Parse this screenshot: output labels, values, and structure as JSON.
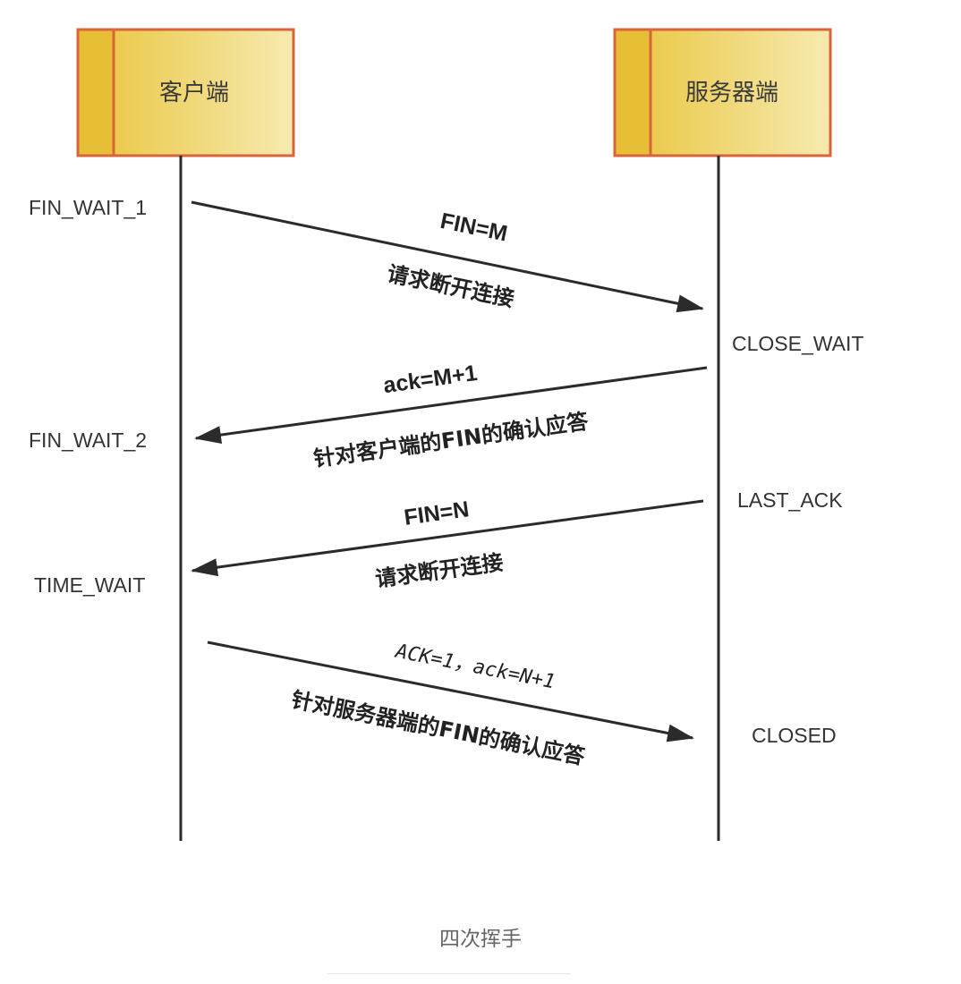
{
  "participants": {
    "client": "客户端",
    "server": "服务器端"
  },
  "client_states": [
    "FIN_WAIT_1",
    "FIN_WAIT_2",
    "TIME_WAIT"
  ],
  "server_states": [
    "CLOSE_WAIT",
    "LAST_ACK",
    "CLOSED"
  ],
  "messages": [
    {
      "label": "FIN=M",
      "desc": "请求断开连接"
    },
    {
      "label": "ack=M+1",
      "desc": "针对客户端的FIN的确认应答"
    },
    {
      "label": "FIN=N",
      "desc": "请求断开连接"
    },
    {
      "label": "ACK=1，ack=N+1",
      "desc": "针对服务器端的FIN的确认应答"
    }
  ],
  "caption": "四次挥手",
  "colors": {
    "box_border": "#d9643a",
    "box_fill_start": "#e9c43a",
    "box_fill_end": "#f6eab0",
    "line": "#2b2b2b"
  }
}
